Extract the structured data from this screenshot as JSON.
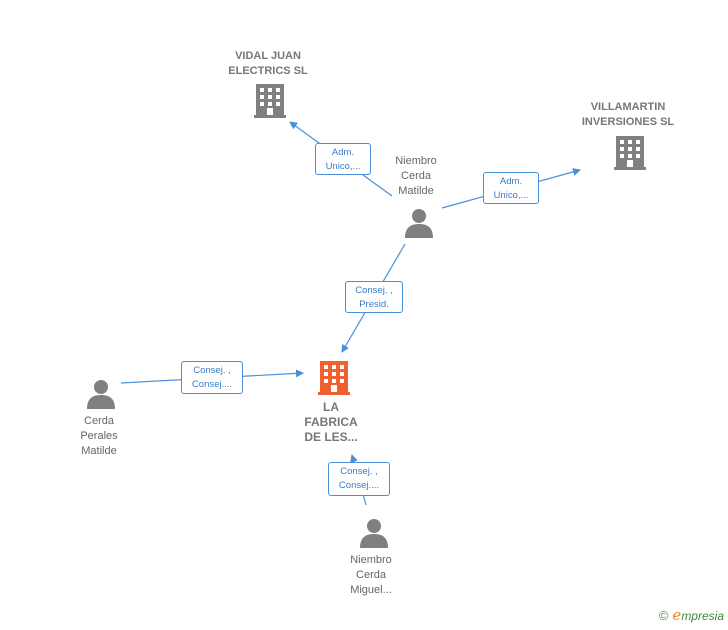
{
  "nodes": {
    "vidal": {
      "label": "VIDAL JUAN\nELECTRICS SL",
      "kind": "company",
      "icon": "building-icon"
    },
    "villamartin": {
      "label": "VILLAMARTIN\nINVERSIONES SL",
      "kind": "company",
      "icon": "building-icon"
    },
    "niembro_matilde": {
      "label": "Niembro\nCerda\nMatilde",
      "kind": "person",
      "icon": "person-icon"
    },
    "fabrica": {
      "label": "LA\nFABRICA\nDE LES...",
      "kind": "main-company",
      "icon": "building-icon"
    },
    "cerda_perales": {
      "label": "Cerda\nPerales\nMatilde",
      "kind": "person",
      "icon": "person-icon"
    },
    "niembro_miguel": {
      "label": "Niembro\nCerda\nMiguel...",
      "kind": "person",
      "icon": "person-icon"
    }
  },
  "edges": [
    {
      "id": "e1",
      "line1": "Adm.",
      "line2": "Unico,..."
    },
    {
      "id": "e2",
      "line1": "Adm.",
      "line2": "Unico,..."
    },
    {
      "id": "e3",
      "line1": "Consej. ,",
      "line2": "Presid."
    },
    {
      "id": "e4",
      "line1": "Consej. ,",
      "line2": "Consej...."
    },
    {
      "id": "e5",
      "line1": "Consej. ,",
      "line2": "Consej...."
    }
  ],
  "colors": {
    "edge": "#4a90d9",
    "company_icon": "#808080",
    "main_company_icon": "#f06030",
    "person_icon": "#808080"
  },
  "brand": {
    "copyright": "©",
    "first_letter": "e",
    "rest": "mpresia"
  }
}
